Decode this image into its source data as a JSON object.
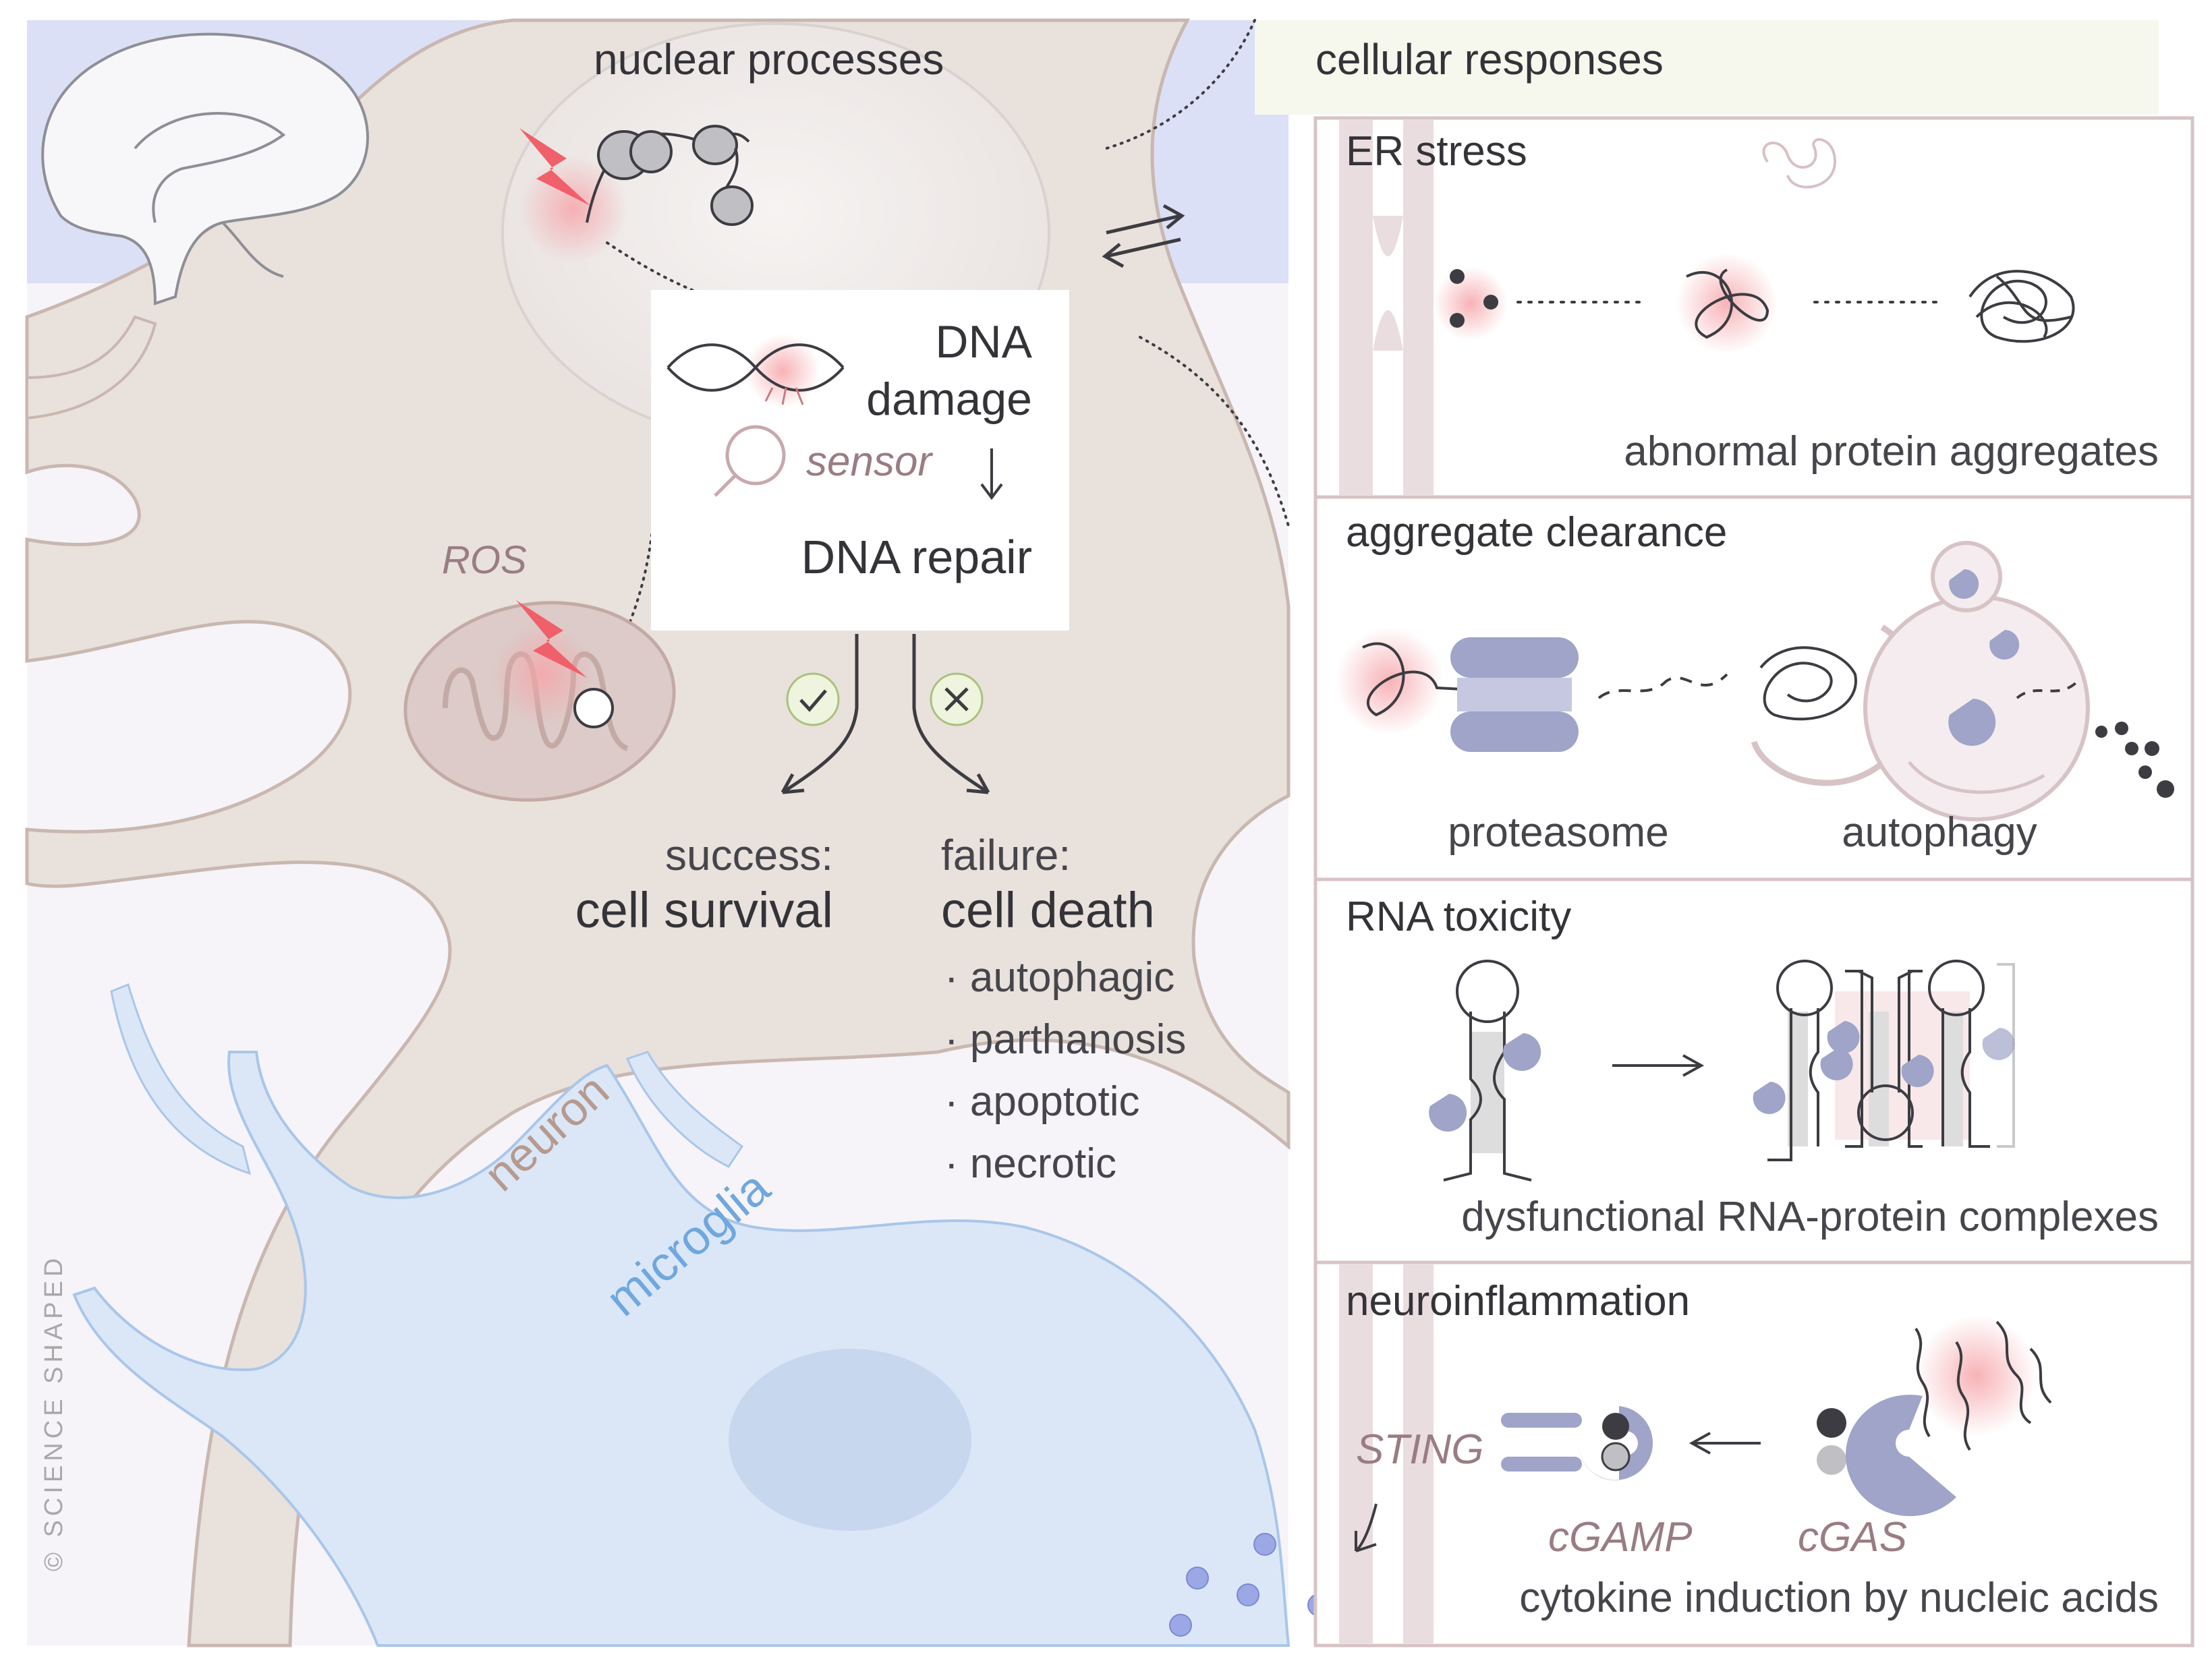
{
  "left": {
    "nuclear_processes": "nuclear processes",
    "dna_damage_line1": "DNA",
    "dna_damage_line2": "damage",
    "sensor": "sensor",
    "dna_repair": "DNA repair",
    "ros": "ROS",
    "success_label": "success:",
    "success_outcome": "cell survival",
    "failure_label": "failure:",
    "failure_outcome": "cell death",
    "death_types": [
      "· autophagic",
      "· parthanosis",
      "· apoptotic",
      "· necrotic"
    ],
    "neuron": "neuron",
    "microglia": "microglia",
    "copyright": "© SCIENCE SHAPED"
  },
  "right": {
    "title": "cellular responses",
    "panels": {
      "er_stress": {
        "title": "ER stress",
        "caption": "abnormal protein aggregates"
      },
      "clearance": {
        "title": "aggregate clearance",
        "proteasome": "proteasome",
        "autophagy": "autophagy"
      },
      "rna": {
        "title": "RNA toxicity",
        "caption": "dysfunctional RNA-protein complexes"
      },
      "inflammation": {
        "title": "neuroinflammation",
        "sting": "STING",
        "cgamp": "cGAMP",
        "cgas": "cGAS",
        "caption": "cytokine induction by nucleic acids"
      }
    }
  },
  "colors": {
    "neuron_fill": "#e9e1dc",
    "neuron_stroke": "#c9b7b0",
    "microglia_fill": "#dbe7f7",
    "brain_bg": "#dbe0f6",
    "panel_border": "#d7c3c6",
    "protein": "#9fa4c8",
    "mito": "#dccbc8",
    "ros_bolt": "#f0606a",
    "right_bg": "#f6f8ee"
  },
  "icons": [
    "brain-icon",
    "lightning-bolt-icon",
    "chromatin-icon",
    "dna-helix-icon",
    "magnifier-icon",
    "check-icon",
    "cross-icon",
    "mitochondrion-icon",
    "reversible-arrows-icon"
  ]
}
